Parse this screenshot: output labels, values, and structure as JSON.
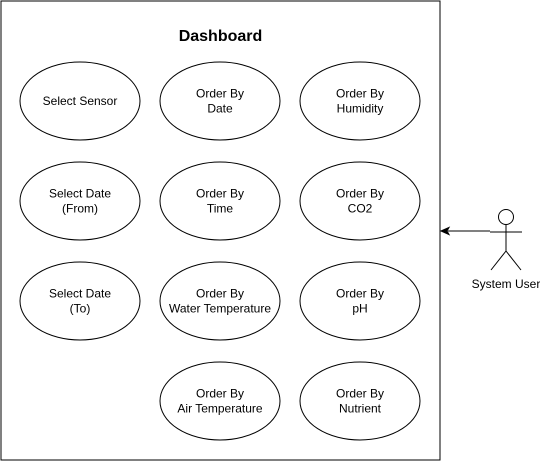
{
  "system": {
    "title": "Dashboard"
  },
  "use_cases": [
    {
      "id": "select-sensor",
      "lines": [
        "Select Sensor"
      ]
    },
    {
      "id": "order-by-date",
      "lines": [
        "Order By",
        "Date"
      ]
    },
    {
      "id": "order-by-humidity",
      "lines": [
        "Order By",
        "Humidity"
      ]
    },
    {
      "id": "select-date-from",
      "lines": [
        "Select Date",
        "(From)"
      ]
    },
    {
      "id": "order-by-time",
      "lines": [
        "Order By",
        "Time"
      ]
    },
    {
      "id": "order-by-co2",
      "lines": [
        "Order By",
        "CO2"
      ]
    },
    {
      "id": "select-date-to",
      "lines": [
        "Select Date",
        "(To)"
      ]
    },
    {
      "id": "order-by-water-temperature",
      "lines": [
        "Order By",
        "Water Temperature"
      ]
    },
    {
      "id": "order-by-ph",
      "lines": [
        "Order By",
        "pH"
      ]
    },
    {
      "id": "order-by-air-temperature",
      "lines": [
        "Order By",
        "Air Temperature"
      ]
    },
    {
      "id": "order-by-nutrient",
      "lines": [
        "Order By",
        "Nutrient"
      ]
    }
  ],
  "actor": {
    "label": "System User"
  }
}
